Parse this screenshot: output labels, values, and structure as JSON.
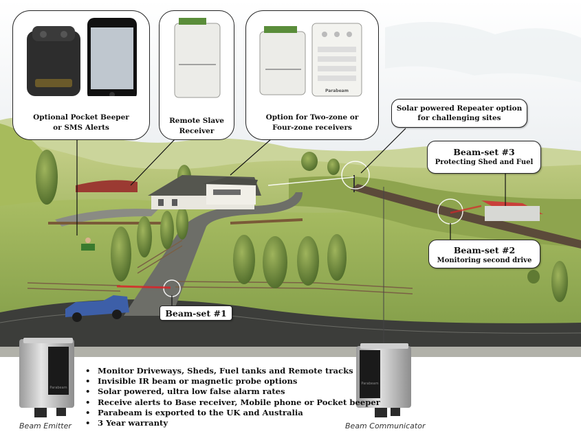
{
  "callouts": {
    "pocket_beeper": [
      "Optional Pocket Beeper",
      "or SMS Alerts"
    ],
    "slave_receiver": [
      "Remote Slave",
      "Receiver"
    ],
    "zone_receivers": [
      "Option for Two-zone  or",
      "Four-zone  receivers"
    ],
    "repeater": [
      "Solar powered Repeater option",
      "for challenging sites"
    ],
    "beam3": [
      "Beam-set #3",
      "Protecting Shed and Fuel"
    ],
    "beam2": [
      "Beam-set #2",
      "Monitoring second drive"
    ],
    "beam1": "Beam-set #1"
  },
  "device_brand": "Parabeam",
  "features": [
    "Monitor Driveways, Sheds, Fuel tanks and Remote tracks",
    "Invisible IR beam or magnetic probe options",
    "Solar powered, ultra low false alarm rates",
    "Receive alerts to Base receiver, Mobile phone or Pocket beeper",
    "Parabeam is exported to the UK and Australia",
    "3 Year warranty"
  ],
  "captions": {
    "emitter": "Beam Emitter",
    "communicator": "Beam Communicator"
  },
  "colors": {
    "sky": "#eef1f4",
    "hill_light": "#b9c77a",
    "hill_dark": "#6f8a3c",
    "road": "#3c3d3a",
    "beam_red": "#d8262a",
    "receiver_green": "#5a8d3a"
  }
}
